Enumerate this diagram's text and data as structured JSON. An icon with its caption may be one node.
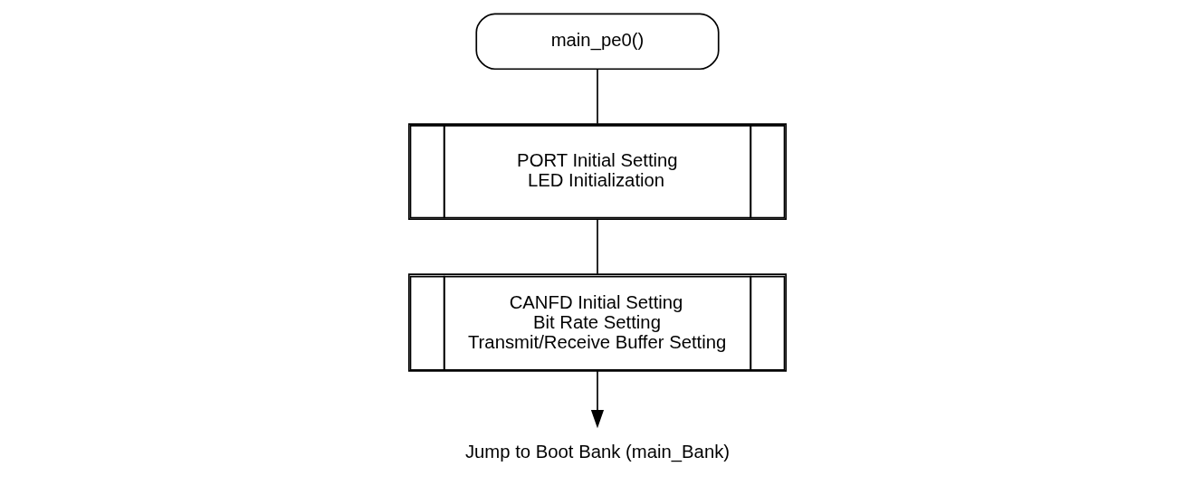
{
  "diagram": {
    "nodes": [
      {
        "text": [
          "main_pe0()"
        ]
      },
      {
        "text": [
          "PORT Initial Setting",
          "LED Initialization"
        ]
      },
      {
        "text": [
          "CANFD Initial Setting",
          "Bit Rate Setting",
          "Transmit/Receive Buffer Setting"
        ]
      },
      {
        "text": [
          "Jump to Boot Bank (main_Bank)"
        ]
      }
    ],
    "edges": [
      {
        "from": 0,
        "to": 1,
        "arrow": "none"
      },
      {
        "from": 1,
        "to": 2,
        "arrow": "none"
      },
      {
        "from": 2,
        "to": 3,
        "arrow": "to"
      }
    ]
  }
}
